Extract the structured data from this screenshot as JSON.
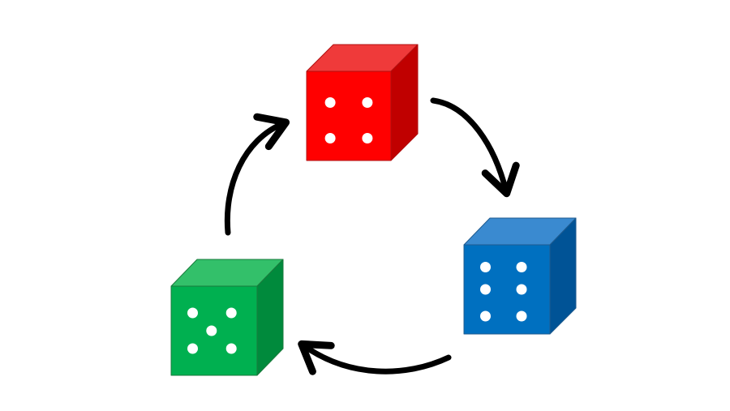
{
  "dice": [
    {
      "name": "red-die",
      "pips": 4,
      "colors": {
        "front": "#ff0000",
        "top": "#ef3a3a",
        "side": "#c00000",
        "stroke": "#b01010"
      }
    },
    {
      "name": "blue-die",
      "pips": 6,
      "colors": {
        "front": "#0070c0",
        "top": "#3a8ad0",
        "side": "#005396",
        "stroke": "#1f5b8f"
      }
    },
    {
      "name": "green-die",
      "pips": 5,
      "colors": {
        "front": "#00b050",
        "top": "#33c06a",
        "side": "#008a3c",
        "stroke": "#1a7a3c"
      }
    }
  ],
  "cycle": [
    "red-die",
    "blue-die",
    "green-die",
    "red-die"
  ],
  "colors": {
    "arrow": "#000000",
    "pip": "#ffffff",
    "background": "#ffffff"
  }
}
